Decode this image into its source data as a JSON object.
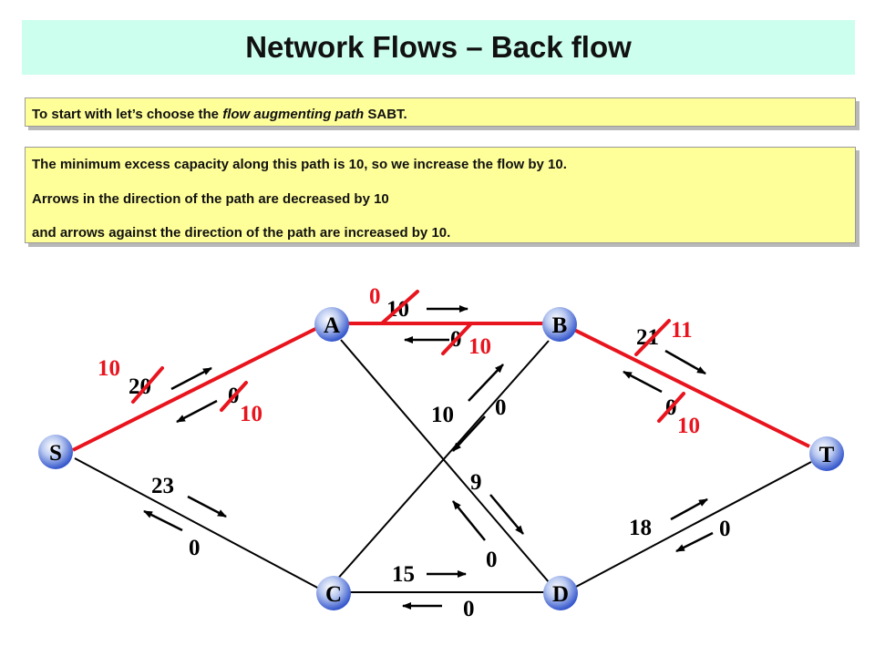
{
  "title": "Network Flows – Back flow",
  "note1": {
    "before": "To start with let’s choose the ",
    "emph": "flow augmenting path",
    "after": " SABT."
  },
  "note2": {
    "lines": [
      "The minimum excess capacity along this path is 10, so we increase the flow by 10.",
      "Arrows in the direction of the path are decreased by 10",
      "and arrows against the direction of the path are increased by 10."
    ]
  },
  "colors": {
    "path": "#e8141e",
    "edge": "#000000",
    "node_fill": "#3355cc",
    "new_value": "#e8141e"
  },
  "nodes": {
    "S": "S",
    "A": "A",
    "B": "B",
    "C": "C",
    "D": "D",
    "T": "T"
  },
  "edges": {
    "SA": {
      "forward_old": "20",
      "forward_new": "10",
      "back_old": "0",
      "back_new": "10",
      "on_path": true
    },
    "AB": {
      "forward_old": "10",
      "forward_new": "0",
      "back_old": "0",
      "back_new": "10",
      "on_path": true
    },
    "BT": {
      "forward_old": "21",
      "forward_new": "11",
      "back_old": "0",
      "back_new": "10",
      "on_path": true
    },
    "SC": {
      "forward": "23",
      "back": "0"
    },
    "CB": {
      "forward": "10",
      "back": "0"
    },
    "AD": {
      "forward": "9",
      "back": "0"
    },
    "CD": {
      "forward": "15",
      "back": "0"
    },
    "DT": {
      "forward": "18",
      "back": "0"
    }
  }
}
